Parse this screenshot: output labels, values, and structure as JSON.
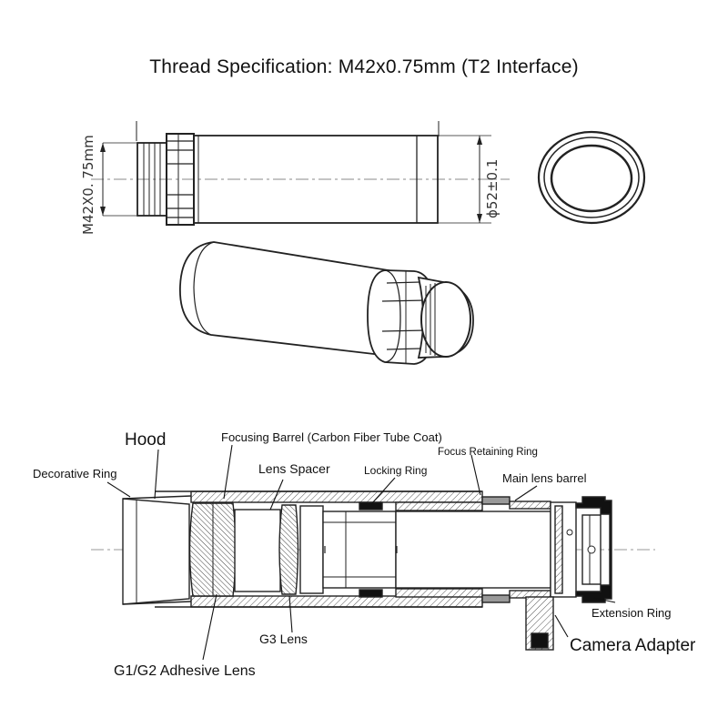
{
  "title": "Thread Specification: M42x0.75mm (T2 Interface)",
  "dimensions": {
    "thread": "M42X0. 75mm",
    "diameter": "ϕ52±0.1"
  },
  "labels": {
    "hood": "Hood",
    "decorative_ring": "Decorative Ring",
    "focusing_barrel": "Focusing Barrel (Carbon Fiber Tube Coat)",
    "focus_retaining_ring": "Focus Retaining Ring",
    "lens_spacer": "Lens Spacer",
    "locking_ring": "Locking Ring",
    "main_lens_barrel": "Main lens barrel",
    "extension_ring": "Extension Ring",
    "camera_adapter": "Camera Adapter",
    "g3_lens": "G3 Lens",
    "g1g2_lens": "G1/G2 Adhesive Lens"
  }
}
